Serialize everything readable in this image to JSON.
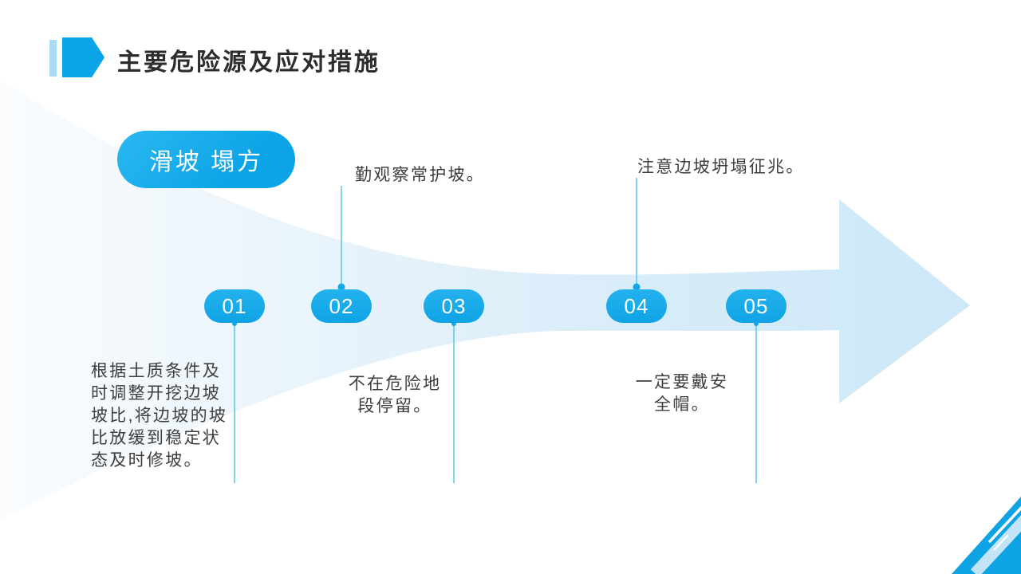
{
  "slide": {
    "title": "主要危险源及应对措施",
    "category": "滑坡 塌方",
    "steps": [
      {
        "number": "01",
        "note": "根据土质条件及时调整开挖边坡坡比,将边坡的坡比放缓到稳定状态及时修坡。",
        "note_position": "below"
      },
      {
        "number": "02",
        "note": "勤观察常护坡。",
        "note_position": "above"
      },
      {
        "number": "03",
        "note": "不在危险地段停留。",
        "note_position": "below"
      },
      {
        "number": "04",
        "note": "注意边坡坍塌征兆。",
        "note_position": "above"
      },
      {
        "number": "05",
        "note": "一定要戴安全帽。",
        "note_position": "below"
      }
    ],
    "colors": {
      "accent_blue": "#12a7e8",
      "accent_light_blue": "#a9dcf4",
      "arrow_gradient_start": "#f8fbfe",
      "arrow_gradient_end": "#cde8f7",
      "connector_blue": "#62c7f0",
      "body_text": "#3d3d3d",
      "title_text": "#2d2d2d"
    }
  }
}
